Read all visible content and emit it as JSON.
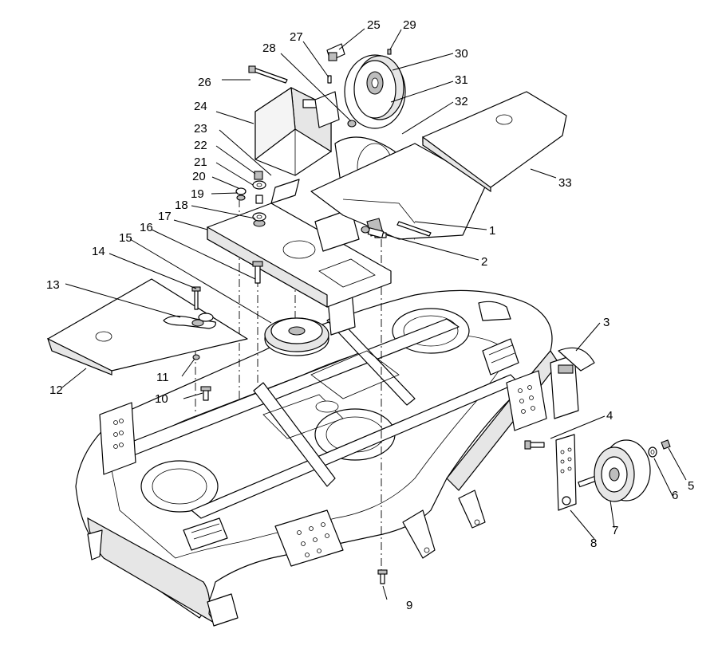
{
  "callouts": [
    "1",
    "2",
    "3",
    "4",
    "5",
    "6",
    "7",
    "8",
    "9",
    "10",
    "11",
    "12",
    "13",
    "14",
    "15",
    "16",
    "17",
    "18",
    "19",
    "20",
    "21",
    "22",
    "23",
    "24",
    "25",
    "26",
    "27",
    "28",
    "29",
    "30",
    "31",
    "32",
    "33"
  ]
}
